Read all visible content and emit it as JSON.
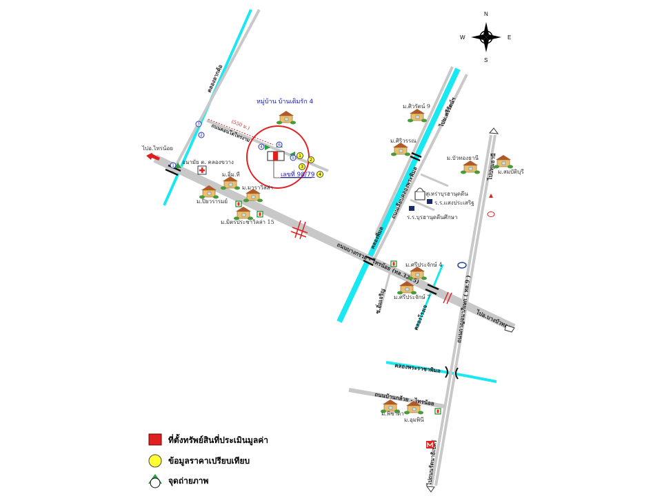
{
  "colors": {
    "road": "#c8c8c8",
    "canal": "#19e8f0",
    "subject": "#e02020",
    "comparable": "#ffff33",
    "label_blue": "#1a1acc"
  },
  "compass": {
    "n": "N",
    "s": "S",
    "e": "E",
    "w": "W"
  },
  "village_title": "หมู่บ้าน บ้านเติมรัก 4",
  "distance": "(550 ม.)",
  "house_number": "เลขที่ 98/79",
  "roads": {
    "main": "ถนนบางกรวย - ไทรน้อย (ทล.3215)",
    "soi": "ถนนคอนโดไทรงาม",
    "to_sainoi": "ไปอ.ไทรน้อย",
    "to_bangbuathong": "ไปอ.บางบัวทอง",
    "kanchana": "ถนนกาญจนาภิเษก ( ทล.9 )",
    "to_pathum": "ไปปทุมธานี",
    "canal_side_road": "ถนนเลียบคลองพระพิมล",
    "to_north": "ไปม.ศรีรัตน์ฯ",
    "im_charoen": "ซ.อิ่มเจริญ",
    "bottom_road": "ถนนบ้านกล้วย - ไทรน้อย",
    "ratanathibet": "ไปถนนรัตนาธิเบศร์"
  },
  "canals": {
    "left": "คลองลากค้อ",
    "big": "คลองพิมล",
    "small": "คลองโรงเจ",
    "bottom": "คลองพระราชาพิมล"
  },
  "places": {
    "health_station": "อนามัย ต. คลองขวาง",
    "v1": "ม.อิ่ม.ที",
    "v2": "ม.มาราวิลล่า",
    "v3": "ม.ปิยวรารมย์",
    "v4": "ม.มิตรประชาวิลล่า 15",
    "v5": "ม.ศิวรัตน์ 9",
    "v6": "ม.ศิริวรรณ",
    "v7": "ม.บัวทองธานี",
    "v8": "ม.สมบัติบุรี",
    "mosque": "สุเหร่าบุรฮานุดดีน",
    "school1": "ร.ร.แสงประเสริฐ",
    "school2": "ร.ร.บุรฮานุดดีนศึกษา",
    "v9": "ม.ศรีประจักษ์ 4",
    "v10": "ม.ศรีประจักษ์ 7",
    "v11": "ม.พิชาดา",
    "v12": "ม.อุมพินี"
  },
  "photo_points": [
    "1",
    "2",
    "3",
    "4",
    "5",
    "6"
  ],
  "comparables": [
    "1",
    "2",
    "3",
    "4"
  ],
  "legend": {
    "subject": "ที่ตั้งทรัพย์สินที่ประเมินมูลค่า",
    "comparable": "ข้อมูลราคาเปรียบเทียบ",
    "photo": "จุดถ่ายภาพ"
  }
}
